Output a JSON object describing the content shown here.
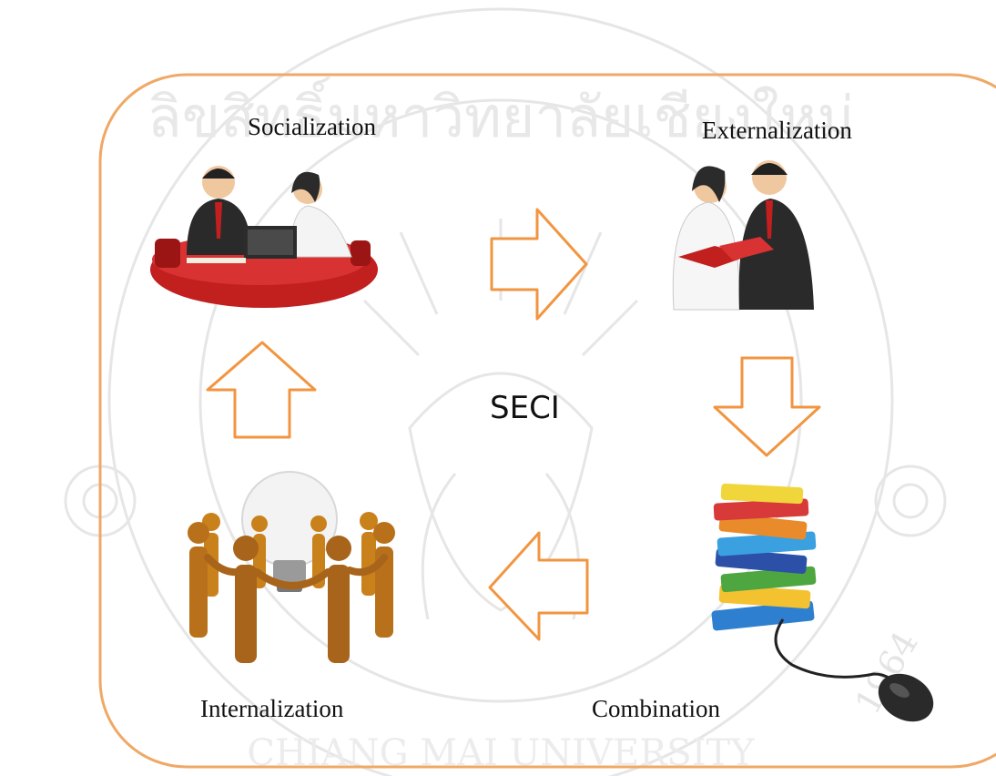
{
  "diagram": {
    "center_label": "SECI",
    "stages": {
      "socialization": "Socialization",
      "externalization": "Externalization",
      "combination": "Combination",
      "internalization": "Internalization"
    },
    "watermark": {
      "top_text": "ลิขสิทธิ์มหาวิทยาลัยเชียงใหม่",
      "bottom_text": "CHIANG MAI UNIVERSITY",
      "year": "1964"
    },
    "colors": {
      "frame": "#f0a866",
      "arrow": "#f29540",
      "watermark": "#e4e4e4",
      "table": "#c21f1f",
      "suit": "#2a2a2a",
      "book_blue": "#2f7fd0",
      "figure": "#c9811c"
    }
  }
}
